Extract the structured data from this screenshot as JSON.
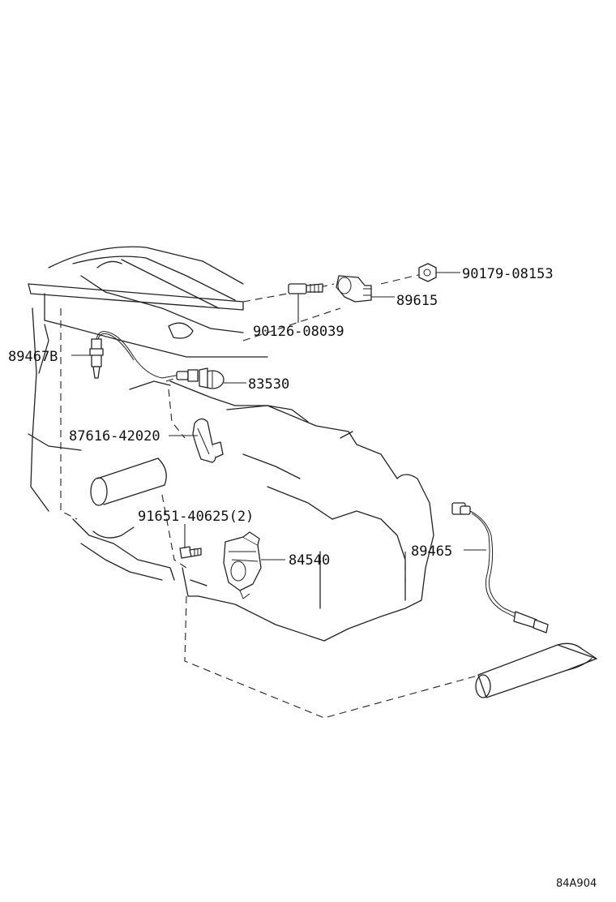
{
  "labels": {
    "p90179": "90179-08153",
    "p89615": "89615",
    "p90126": "90126-08039",
    "p89467b": "89467B",
    "p83530": "83530",
    "p87616": "87616-42020",
    "p91651": "91651-40625(2)",
    "p84540": "84540",
    "p89465": "89465"
  },
  "figure_code": "84A904",
  "colors": {
    "line": "#222222",
    "background": "#ffffff"
  }
}
